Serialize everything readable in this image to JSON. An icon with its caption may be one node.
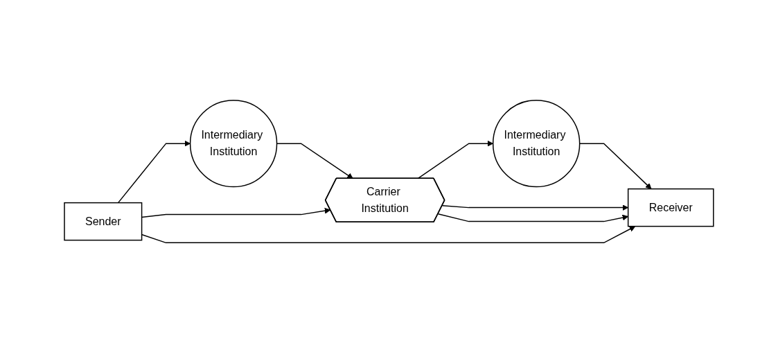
{
  "diagram": {
    "nodes": [
      {
        "text": [
          "Sender"
        ]
      },
      {
        "text": [
          "Intermediary Institution"
        ]
      },
      {
        "text": [
          "Carrier Institution"
        ]
      },
      {
        "text": [
          "Intermediary Institution"
        ]
      },
      {
        "text": [
          "Receiver"
        ]
      }
    ],
    "edges": [
      {
        "from": 0,
        "to": 1,
        "arrow": "to"
      },
      {
        "from": 1,
        "to": 2,
        "arrow": "to"
      },
      {
        "from": 2,
        "to": 3,
        "arrow": "to"
      },
      {
        "from": 3,
        "to": 4,
        "arrow": "to"
      },
      {
        "from": 2,
        "to": 4,
        "arrow": "to"
      },
      {
        "from": 0,
        "to": 2,
        "arrow": "to"
      },
      {
        "from": 2,
        "to": 4,
        "arrow": "to"
      },
      {
        "from": 0,
        "to": 4,
        "arrow": "to"
      }
    ]
  }
}
